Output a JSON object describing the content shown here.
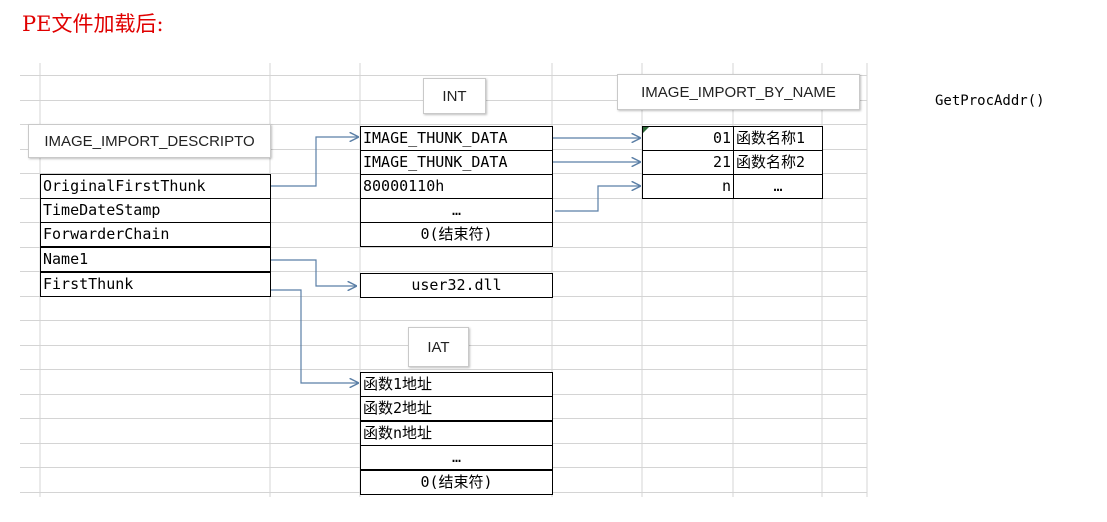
{
  "title": "PE文件加载后:",
  "right_note": "GetProcAddr()",
  "colors": {
    "title": "#e00000",
    "arrow": "#5b7fa6",
    "grid": "#d4d4d4"
  },
  "descriptor": {
    "label": "IMAGE_IMPORT_DESCRIPTO",
    "fields": [
      "OriginalFirstThunk",
      "TimeDateStamp",
      "ForwarderChain",
      "Name1",
      "FirstThunk"
    ]
  },
  "int": {
    "label": "INT",
    "rows": [
      "IMAGE_THUNK_DATA",
      "IMAGE_THUNK_DATA",
      "80000110h",
      "…",
      "0(结束符)"
    ]
  },
  "dll_name": "user32.dll",
  "by_name": {
    "label": "IMAGE_IMPORT_BY_NAME",
    "rows": [
      {
        "hint": "01",
        "name": "函数名称1"
      },
      {
        "hint": "21",
        "name": "函数名称2"
      },
      {
        "hint": "n",
        "name": "…"
      }
    ]
  },
  "iat": {
    "label": "IAT",
    "rows": [
      "函数1地址",
      "函数2地址",
      "函数n地址",
      "…",
      "0(结束符)"
    ]
  }
}
